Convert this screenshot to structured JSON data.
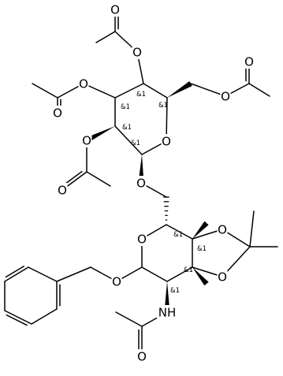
{
  "molecule": {
    "atom_labels": {
      "o_top_carbonyl": "O",
      "o_top_ester": "O",
      "o_left_carbonyl": "O",
      "o_left_ester": "O",
      "o_c6_ester": "O",
      "o_c6_carbonyl": "O",
      "o_gal_ring": "O",
      "o_c2_ester": "O",
      "o_c2_carbonyl": "O",
      "o_glycosidic": "O",
      "o_lower_ring": "O",
      "o_dioxolane_top": "O",
      "o_dioxolane_bottom": "O",
      "o_benzyl": "O",
      "n_acetamido": "NH",
      "o_amide_carbonyl": "O"
    },
    "stereo_labels": {
      "gal_c4": "&1",
      "gal_c3": "&1",
      "gal_c5": "&1",
      "gal_c2": "&1",
      "gal_c1": "&1",
      "low_c5": "&1",
      "low_c4": "&1",
      "low_c3": "&1",
      "low_c2": "&1"
    }
  }
}
